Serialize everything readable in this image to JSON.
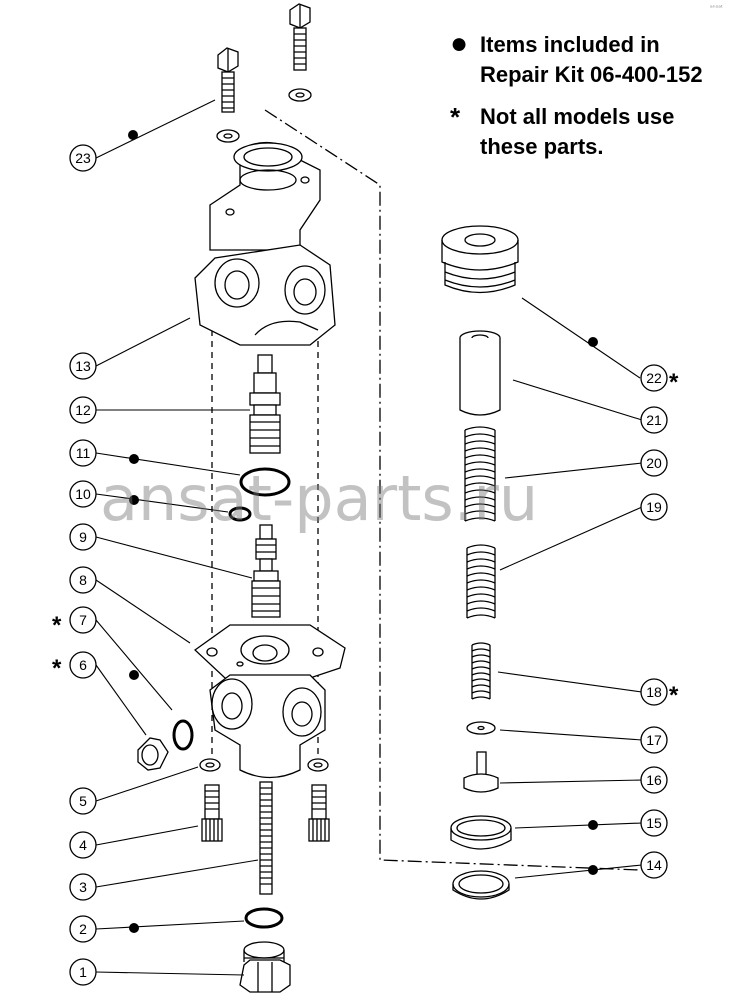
{
  "legend": {
    "bullet_symbol": "●",
    "bullet_text_line1": "Items included in",
    "bullet_text_line2": "Repair Kit 06-400-152",
    "asterisk_symbol": "*",
    "asterisk_text_line1": "Not all models use",
    "asterisk_text_line2": "these parts."
  },
  "watermark": "ansat-parts.ru",
  "corner_mark": "ᵃⁿˢᵃᵗ",
  "callouts": [
    "1",
    "2",
    "3",
    "4",
    "5",
    "6",
    "7",
    "8",
    "9",
    "10",
    "11",
    "12",
    "13",
    "14",
    "15",
    "16",
    "17",
    "18",
    "19",
    "20",
    "21",
    "22",
    "23"
  ],
  "asterisk_marks": [
    "*",
    "*",
    "*",
    "*"
  ],
  "colors": {
    "line": "#000000",
    "watermark": "#787878"
  }
}
